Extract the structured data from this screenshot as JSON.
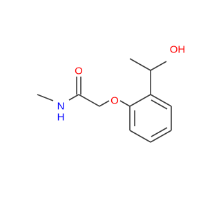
{
  "molecule": {
    "atoms": {
      "hydroxyl": "OH",
      "ether_oxygen": "O",
      "carbonyl_oxygen": "O",
      "amide_nh": "N",
      "amide_h": "H"
    },
    "colors": {
      "oxygen": "#ff0000",
      "nitrogen": "#0000ff",
      "bond": "#3a3a3a",
      "background": "#ffffff"
    }
  }
}
